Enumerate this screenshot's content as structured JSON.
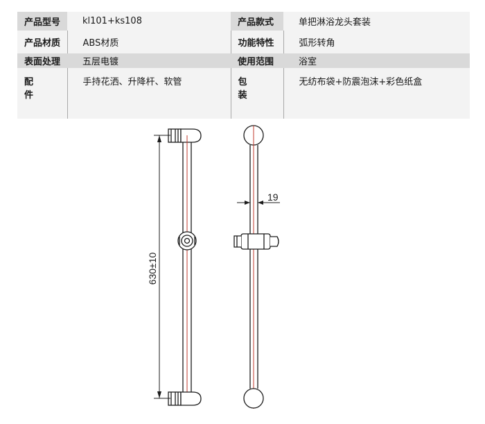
{
  "spec_table": {
    "rows": [
      {
        "label1": "产品型号",
        "value1": "kl101+ks108",
        "label2": "产品款式",
        "value2": "单把淋浴龙头套装"
      },
      {
        "label1": "产品材质",
        "value1": "ABS材质",
        "label2": "功能特性",
        "value2": "弧形转角"
      },
      {
        "label1": "表面处理",
        "value1": "五层电镀",
        "label2": "使用范围",
        "value2": "浴室"
      },
      {
        "label1": "配件",
        "value1": "手持花洒、升降杆、软管",
        "label2": "包装",
        "value2": "无纺布袋+防震泡沫+彩色纸盒"
      }
    ]
  },
  "drawing": {
    "height_dimension": "630±10",
    "diameter_dimension": "19",
    "line_color": "#1a1a1a",
    "centerline_color": "#c0392b"
  }
}
